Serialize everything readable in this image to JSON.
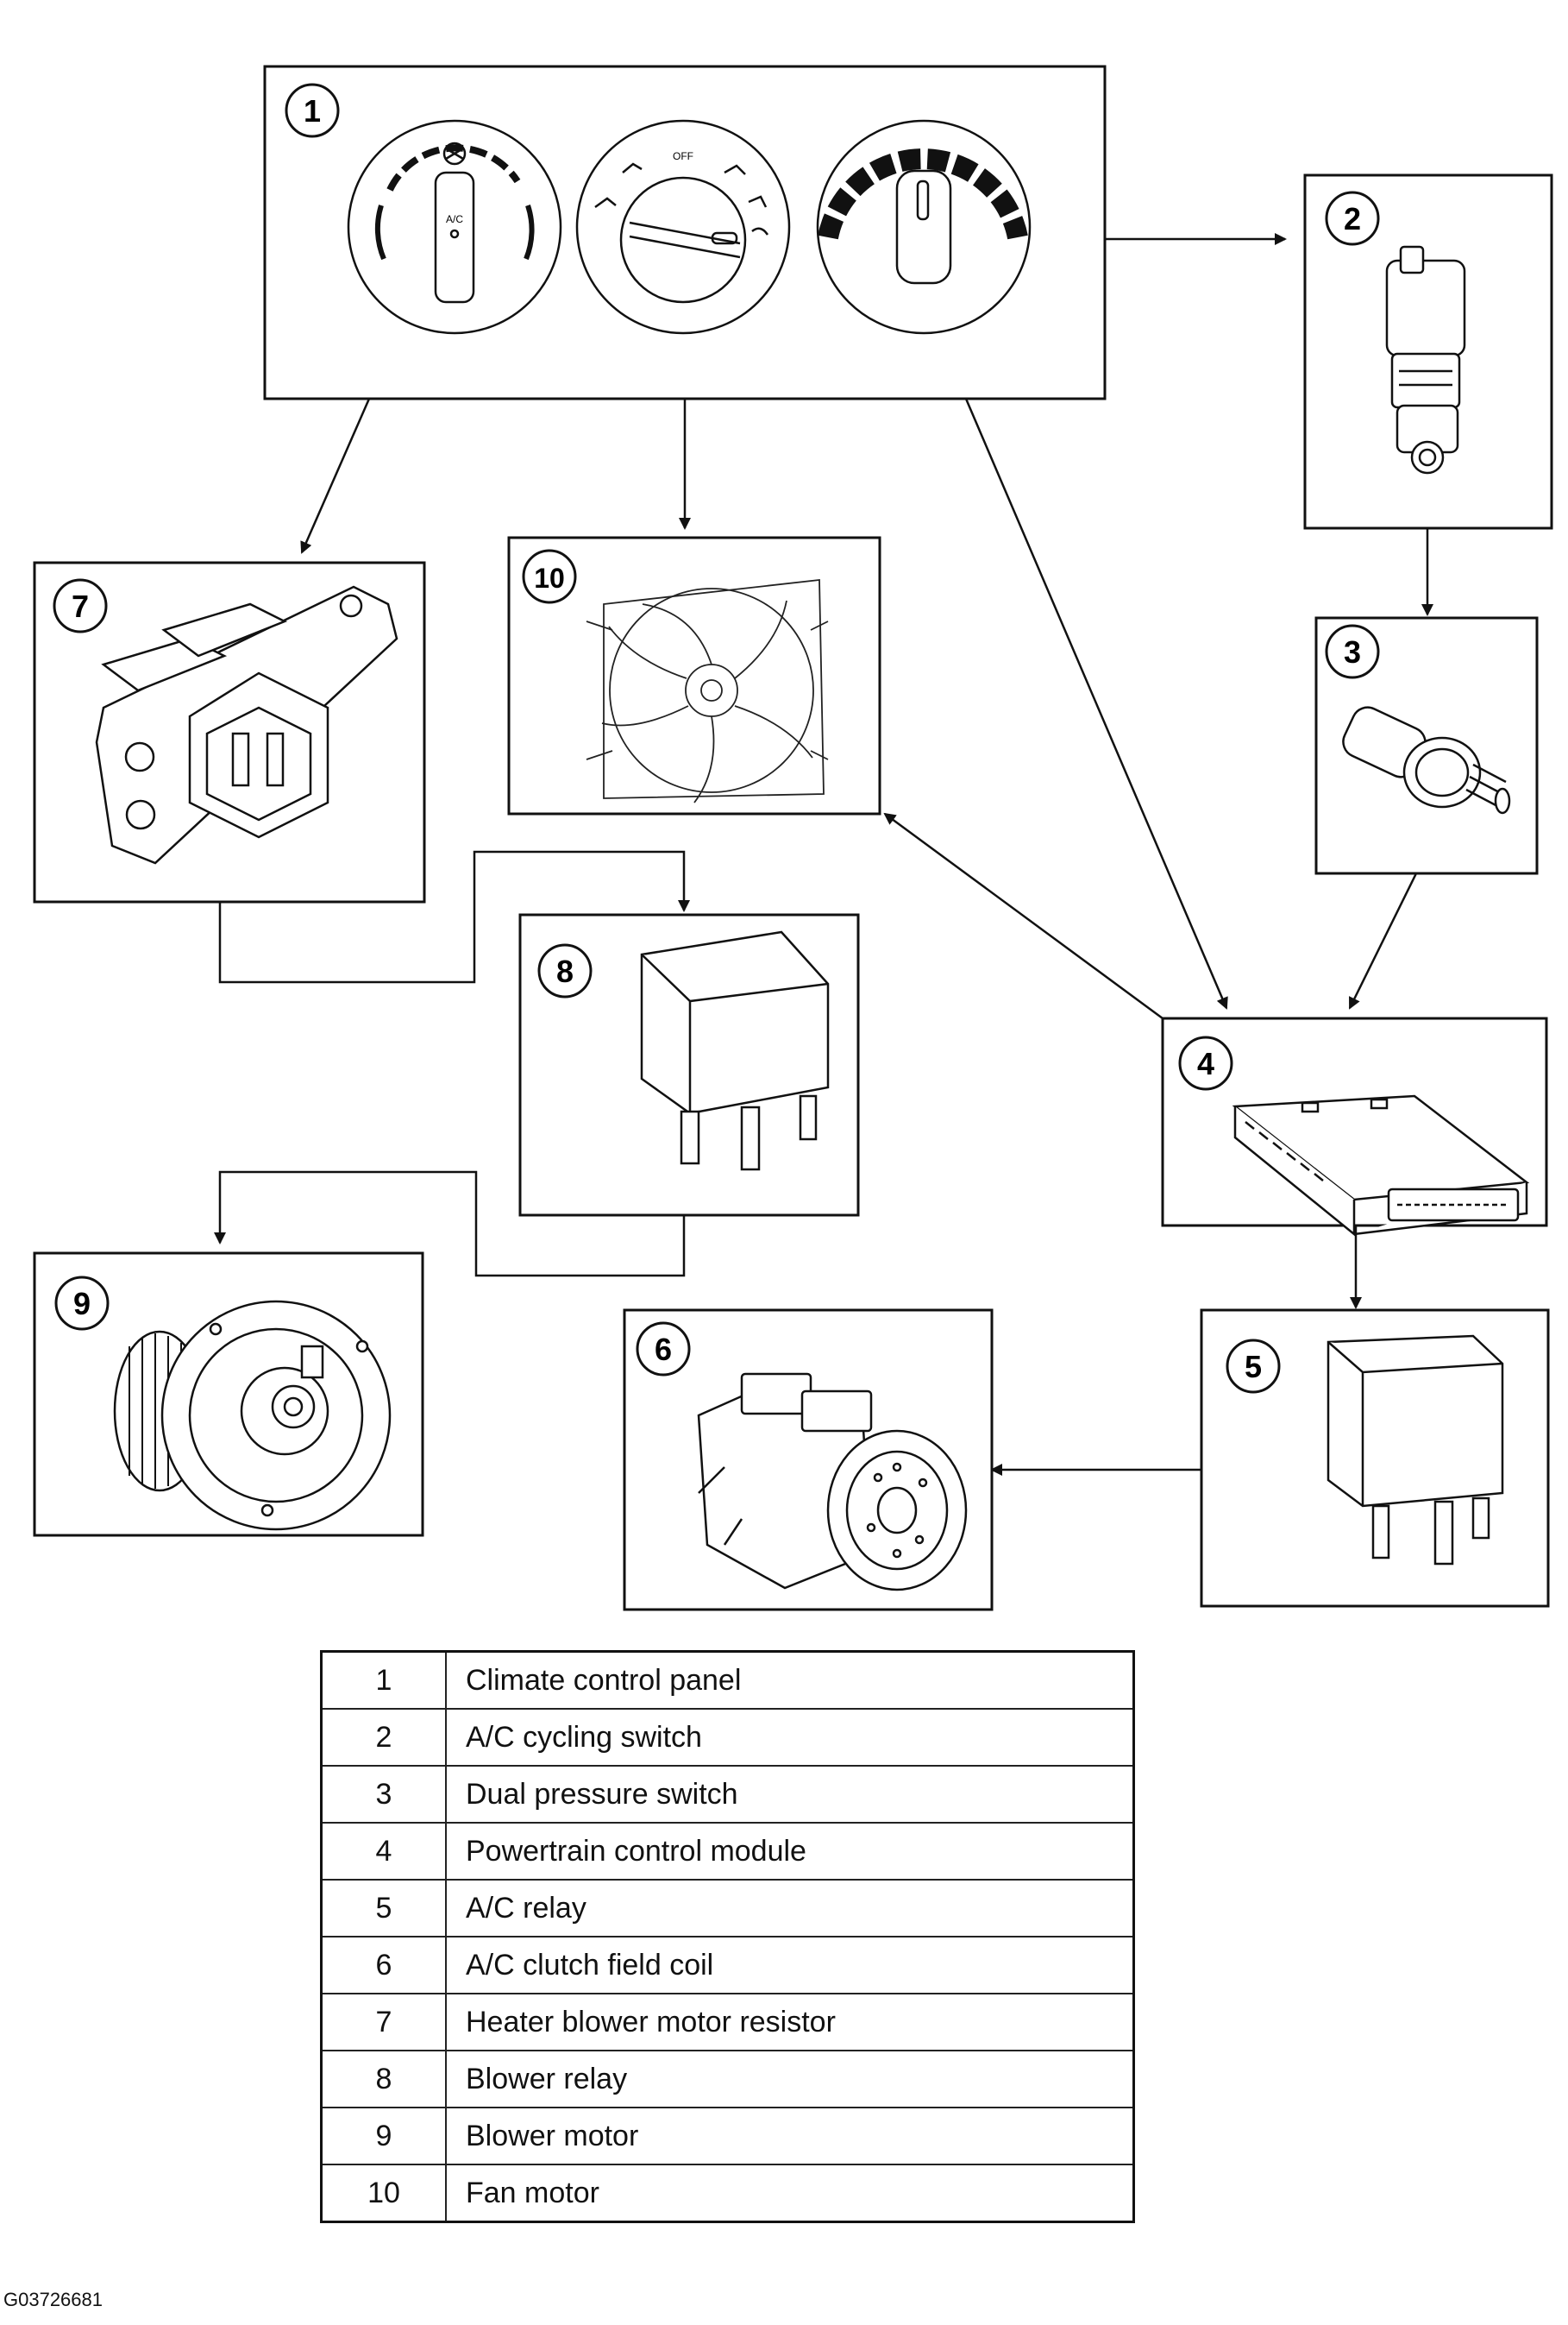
{
  "components": [
    {
      "number": "1",
      "description": "Climate control panel"
    },
    {
      "number": "2",
      "description": "A/C cycling switch"
    },
    {
      "number": "3",
      "description": "Dual pressure switch"
    },
    {
      "number": "4",
      "description": "Powertrain control module"
    },
    {
      "number": "5",
      "description": "A/C relay"
    },
    {
      "number": "6",
      "description": "A/C clutch field coil"
    },
    {
      "number": "7",
      "description": "Heater blower motor resistor"
    },
    {
      "number": "8",
      "description": "Blower relay"
    },
    {
      "number": "9",
      "description": "Blower motor"
    },
    {
      "number": "10",
      "description": "Fan motor"
    }
  ],
  "panel_labels": {
    "off": "OFF",
    "ac": "A/C"
  },
  "figure_id": "G03726681"
}
